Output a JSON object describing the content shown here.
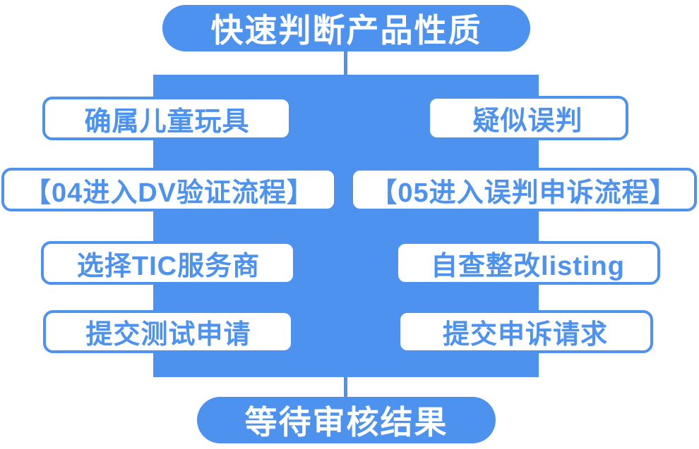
{
  "colors": {
    "primary_blue": "#4E92F0",
    "box_background": "#FFFFFF",
    "box_text": "#4E92F0",
    "pill_text": "#FFFFFF"
  },
  "flowchart": {
    "start": {
      "label": "快速判断产品性质"
    },
    "end": {
      "label": "等待审核结果"
    },
    "left_branch": {
      "steps": [
        {
          "label": "确属儿童玩具"
        },
        {
          "label": "【04进入DV验证流程】"
        },
        {
          "label": "选择TIC服务商"
        },
        {
          "label": "提交测试申请"
        }
      ]
    },
    "right_branch": {
      "steps": [
        {
          "label": "疑似误判"
        },
        {
          "label": "【05进入误判申诉流程】"
        },
        {
          "label": "自查整改listing"
        },
        {
          "label": "提交申诉请求"
        }
      ]
    }
  }
}
